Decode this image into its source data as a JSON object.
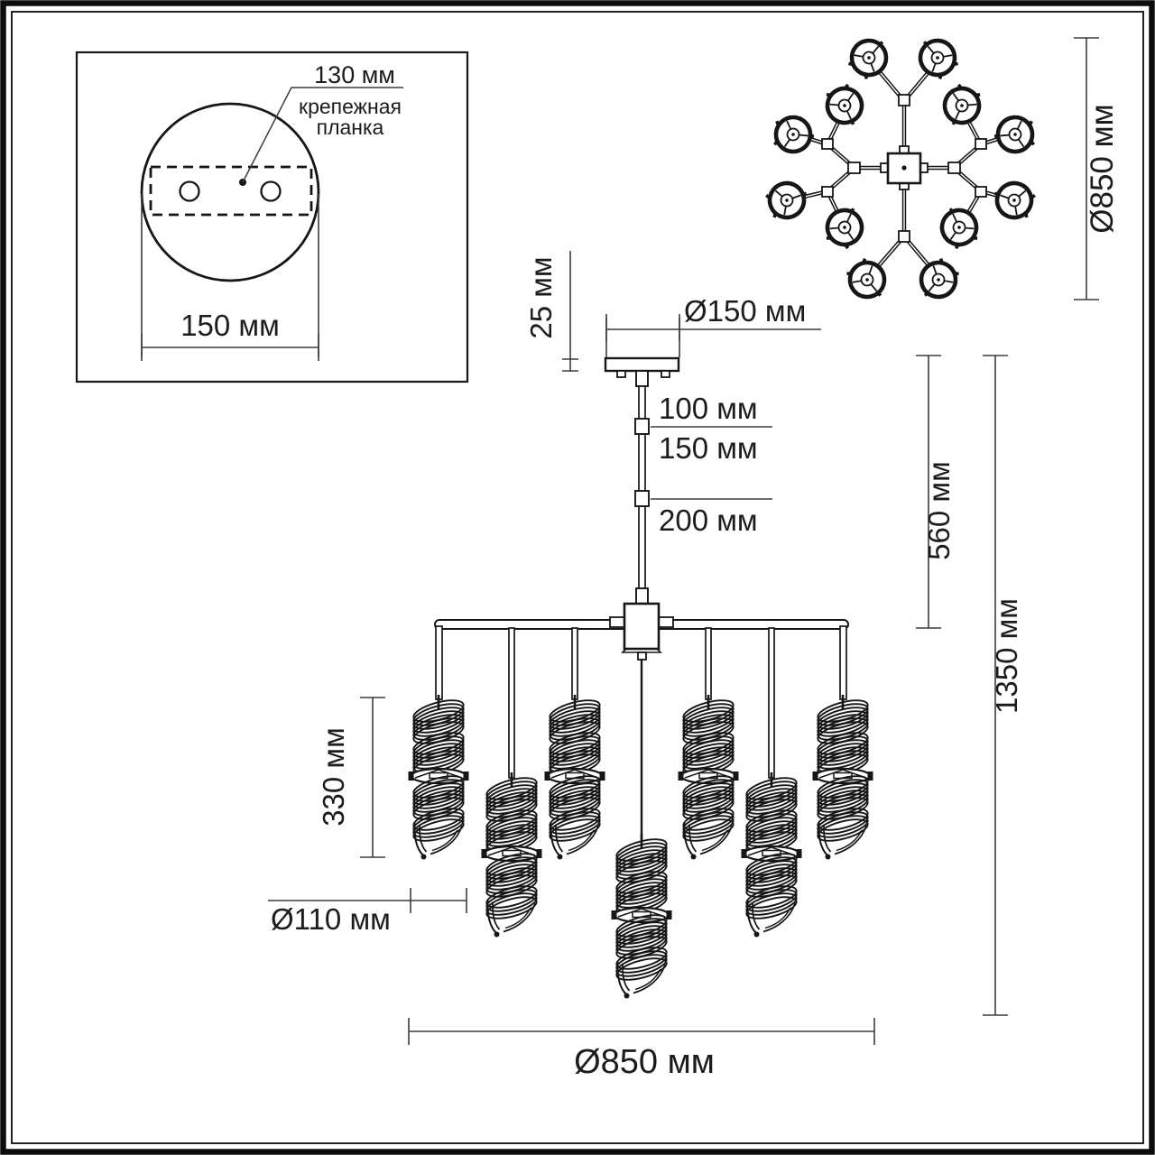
{
  "drawing": {
    "type": "chandelier-dimension-diagram",
    "inset": {
      "dim_130": "130 мм",
      "label_line1": "крепежная",
      "label_line2": "планка",
      "dim_150": "150 мм"
    },
    "front": {
      "dim_25": "25 мм",
      "dim_canopy": "Ø150 мм",
      "seg_100": "100 мм",
      "seg_150": "150 мм",
      "seg_200": "200 мм",
      "dim_560": "560 мм",
      "dim_total": "1350 мм",
      "dim_330": "330 мм",
      "dim_shade": "Ø110 мм",
      "dim_width": "Ø850 мм",
      "shade_count_front": 7
    },
    "top": {
      "dim_diameter": "Ø850 мм",
      "shade_count": 12
    },
    "colors": {
      "line": "#161616",
      "dim_line": "#3c3c3c",
      "background": "#ffffff"
    }
  }
}
